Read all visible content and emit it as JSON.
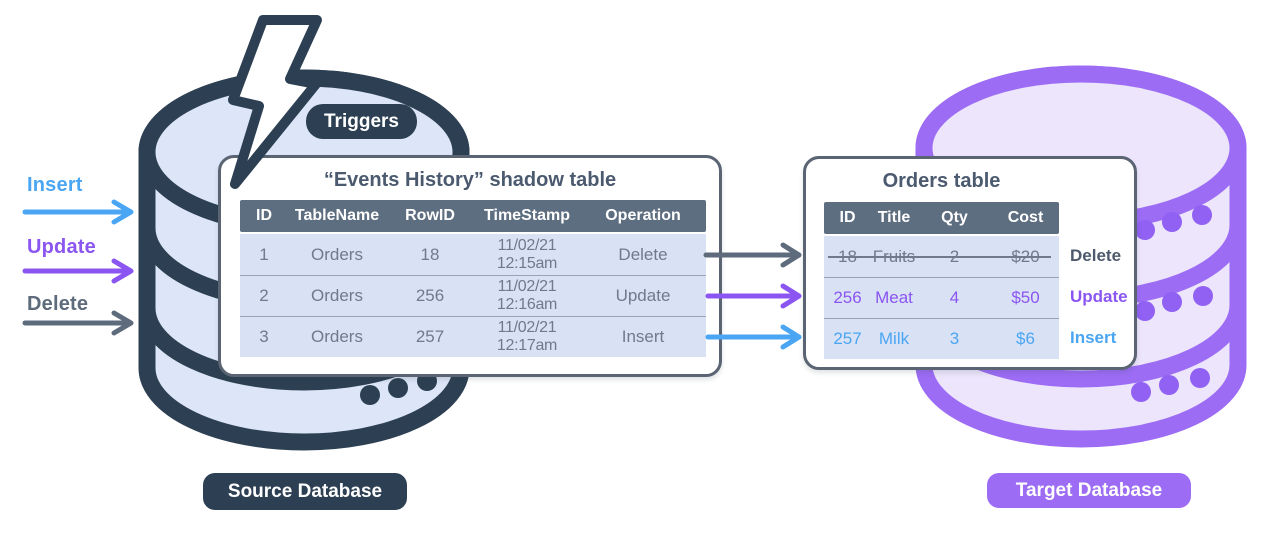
{
  "legend": {
    "items": [
      {
        "label": "Insert",
        "color": "#4aa6f3"
      },
      {
        "label": "Update",
        "color": "#8b55f1"
      },
      {
        "label": "Delete",
        "color": "#5d6b7c"
      }
    ]
  },
  "source_db": {
    "triggers_badge": "Triggers",
    "label": "Source Database",
    "shadow_table": {
      "title": "“Events History” shadow table",
      "columns": [
        "ID",
        "TableName",
        "RowID",
        "TimeStamp",
        "Operation"
      ],
      "rows": [
        [
          "1",
          "Orders",
          "18",
          "11/02/21 12:15am",
          "Delete"
        ],
        [
          "2",
          "Orders",
          "256",
          "11/02/21 12:16am",
          "Update"
        ],
        [
          "3",
          "Orders",
          "257",
          "11/02/21 12:17am",
          "Insert"
        ]
      ]
    }
  },
  "target_db": {
    "label": "Target Database",
    "orders_table": {
      "title": "Orders table",
      "columns": [
        "ID",
        "Title",
        "Qty",
        "Cost"
      ],
      "rows": [
        {
          "id": "18",
          "title": "Fruits",
          "qty": "2",
          "cost": "$20",
          "operation": "Delete",
          "change": "delete"
        },
        {
          "id": "256",
          "title": "Meat",
          "qty": "4",
          "cost": "$50",
          "operation": "Update",
          "change": "update"
        },
        {
          "id": "257",
          "title": "Milk",
          "qty": "3",
          "cost": "$6",
          "operation": "Insert",
          "change": "insert"
        }
      ]
    }
  },
  "colors": {
    "insert_blue": "#4aa6f3",
    "update_purple": "#8b55f1",
    "delete_gray": "#5d6b7c",
    "source_navy": "#2d4053",
    "target_purple": "#9c6cf4",
    "table_header_bg": "#5e6e81",
    "table_row_bg": "#d9e1f5"
  }
}
